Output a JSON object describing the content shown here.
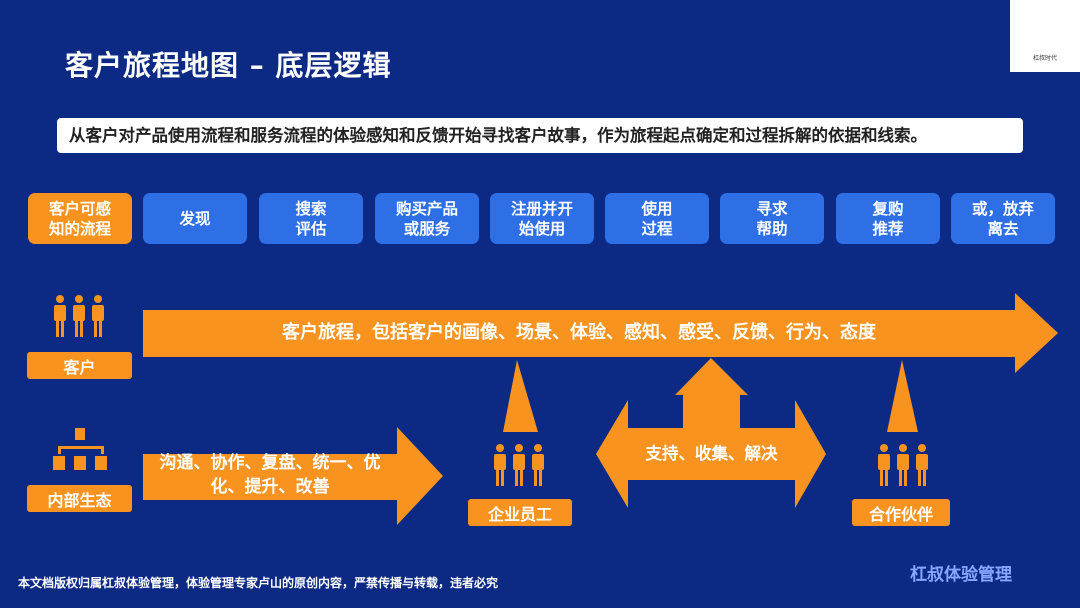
{
  "title": "客户旅程地图 – 底层逻辑",
  "banner": "从客户对产品使用流程和服务流程的体验感知和反馈开始寻找客户故事，作为旅程起点确定和过程拆解的依据和线索。",
  "steps": [
    "客户可感\n知的流程",
    "发现",
    "搜索\n评估",
    "购买产品\n或服务",
    "注册并开\n始使用",
    "使用\n过程",
    "寻求\n帮助",
    "复购\n推荐",
    "或，放弃\n离去"
  ],
  "customer_label": "客户",
  "internal_label": "内部生态",
  "journey_arrow": "客户旅程，包括客户的画像、场景、体验、感知、感受、反馈、行为、态度",
  "internal_arrow": "沟通、协作、复盘、统一、优\n化、提升、改善",
  "support_arrow": "支持、收集、解决",
  "employee_label": "企业员工",
  "partner_label": "合作伙伴",
  "footer": "本文档版权归属杠叔体验管理，体验管理专家卢山的原创内容，严禁传播与转载，违者必究",
  "brand": "杠叔体验管理",
  "logo_text": "杠叔时代",
  "colors": {
    "background": "#0c2a84",
    "orange": "#f7931e",
    "blue": "#2e6fe6"
  }
}
